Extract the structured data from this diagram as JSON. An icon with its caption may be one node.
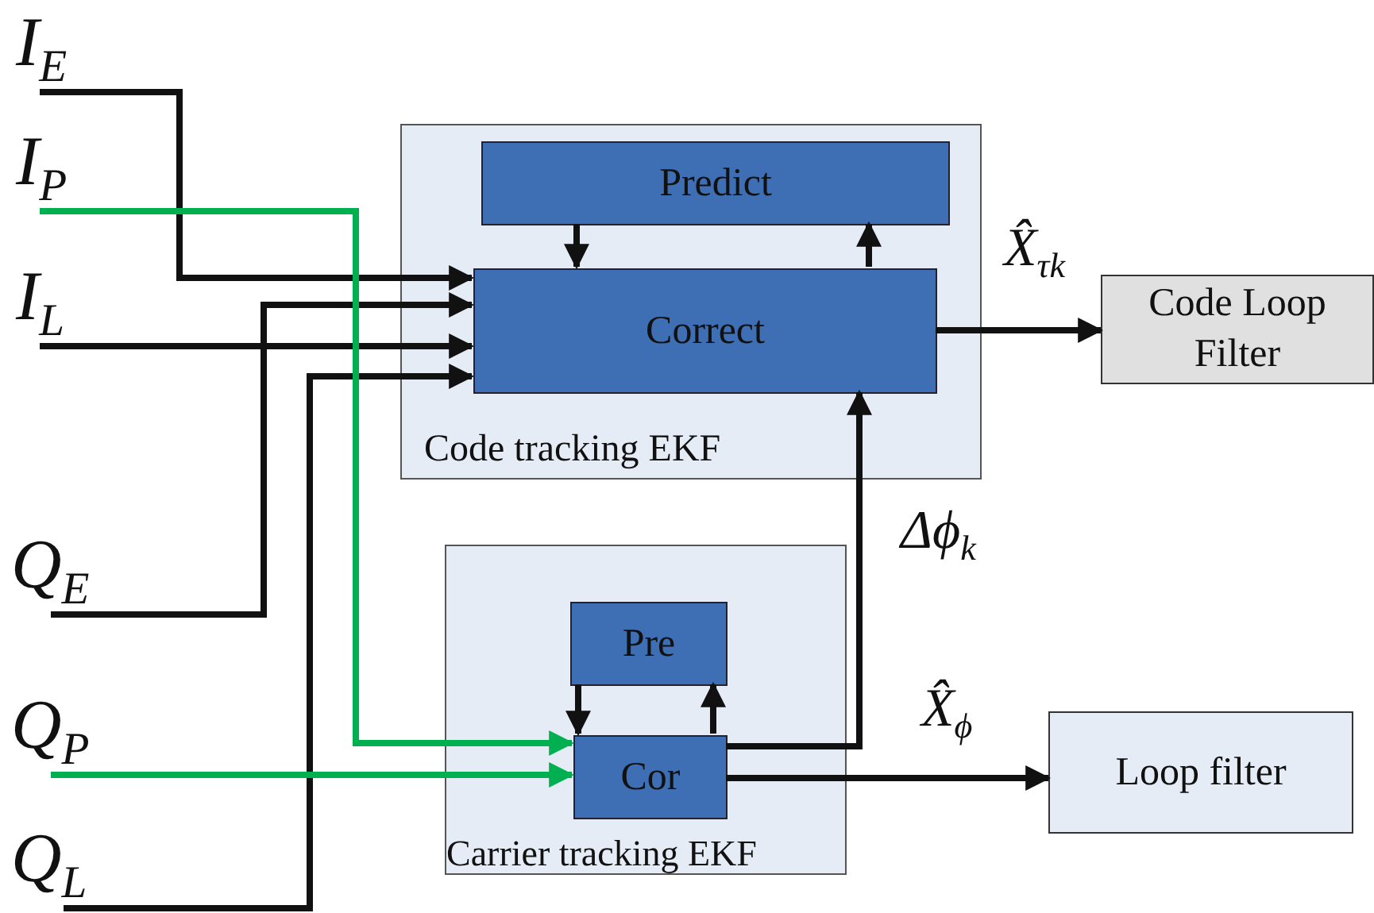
{
  "diagram": {
    "nodes": [
      {
        "text": [
          "I$_{E}$"
        ]
      },
      {
        "text": [
          "I$_{P}$"
        ]
      },
      {
        "text": [
          "I$_{L}$"
        ]
      },
      {
        "text": [
          "Q$_{E}$"
        ]
      },
      {
        "text": [
          "Q$_{P}$"
        ]
      },
      {
        "text": [
          "Q$_{L}$"
        ]
      },
      {
        "text": [
          "Code tracking EKF"
        ]
      },
      {
        "text": [
          "Predict"
        ],
        "in": 6
      },
      {
        "text": [
          "Correct"
        ],
        "in": 6
      },
      {
        "text": [
          "Carrier tracking EKF"
        ]
      },
      {
        "text": [
          "Pre"
        ],
        "in": 9
      },
      {
        "text": [
          "Cor"
        ],
        "in": 9
      },
      {
        "text": [
          "Code Loop Filter"
        ]
      },
      {
        "text": [
          "Loop filter"
        ]
      }
    ],
    "edges": [
      {
        "from": 0,
        "to": 8,
        "arrow": "to"
      },
      {
        "from": 3,
        "to": 8,
        "arrow": "to"
      },
      {
        "from": 2,
        "to": 8,
        "arrow": "to"
      },
      {
        "from": 5,
        "to": 8,
        "arrow": "to"
      },
      {
        "from": 1,
        "to": 11,
        "arrow": "to",
        "color": "#00b050"
      },
      {
        "from": 4,
        "to": 11,
        "arrow": "to",
        "color": "#00b050"
      },
      {
        "from": 7,
        "to": 8,
        "arrow": "to"
      },
      {
        "from": 8,
        "to": 7,
        "arrow": "to"
      },
      {
        "from": 8,
        "to": 12,
        "arrow": "to",
        "label": "X̂$_{τ}$$_{k}$"
      },
      {
        "from": 11,
        "to": 8,
        "arrow": "to",
        "label": "Δϕ$_{k}$"
      },
      {
        "from": 10,
        "to": 11,
        "arrow": "to"
      },
      {
        "from": 11,
        "to": 10,
        "arrow": "to"
      },
      {
        "from": 11,
        "to": 13,
        "arrow": "to",
        "label": "X̂$_{ϕ}$"
      }
    ]
  }
}
